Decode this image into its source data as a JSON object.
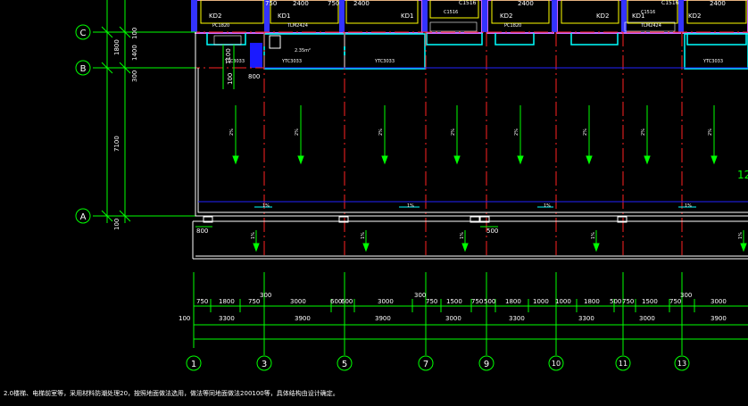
{
  "grid_axes_horizontal": [
    "C",
    "B",
    "A"
  ],
  "grid_axes_vertical": [
    "1",
    "3",
    "5",
    "7",
    "9",
    "10",
    "11",
    "13"
  ],
  "dims_left": [
    "1800",
    "100",
    "1400",
    "300",
    "100",
    "7100",
    "100"
  ],
  "dims_bottom_row1": [
    "750",
    "1800",
    "750",
    "3000",
    "600",
    "3000",
    "750",
    "1500",
    "750",
    "500",
    "1800",
    "1000",
    "1000",
    "1800",
    "500",
    "750",
    "1500",
    "750",
    "3000"
  ],
  "dims_bottom_row1_extra": [
    "300",
    "300",
    "300",
    "600"
  ],
  "dims_bottom_row2": [
    "3300",
    "3900",
    "3900",
    "3000",
    "3300",
    "3300",
    "3000",
    "3900"
  ],
  "dims_bottom_left": "100",
  "dims_misc": [
    "800",
    "800",
    "500",
    "1100",
    "2400",
    "750",
    "750"
  ],
  "room_tags": [
    "KD2",
    "KD1",
    "KD1",
    "KD2",
    "KD2",
    "KD1",
    "KD2",
    "C1516",
    "C1516",
    "C1516",
    "C1516"
  ],
  "window_tags": [
    "PC1820",
    "TLM2424",
    "PC1820",
    "TLM2424",
    "YTC3033",
    "YTC3033",
    "YTC3033",
    "YTC3033"
  ],
  "slope_label": "2%",
  "slope_label_1pct": "1%",
  "room_area": "2.35m²",
  "side_label": "12",
  "footnote": "2.0楼梯、电梯前室等，采用材料防潮处理20，按照地面做法选用，做法等同地面做法200100等，具体结构由设计确定。"
}
